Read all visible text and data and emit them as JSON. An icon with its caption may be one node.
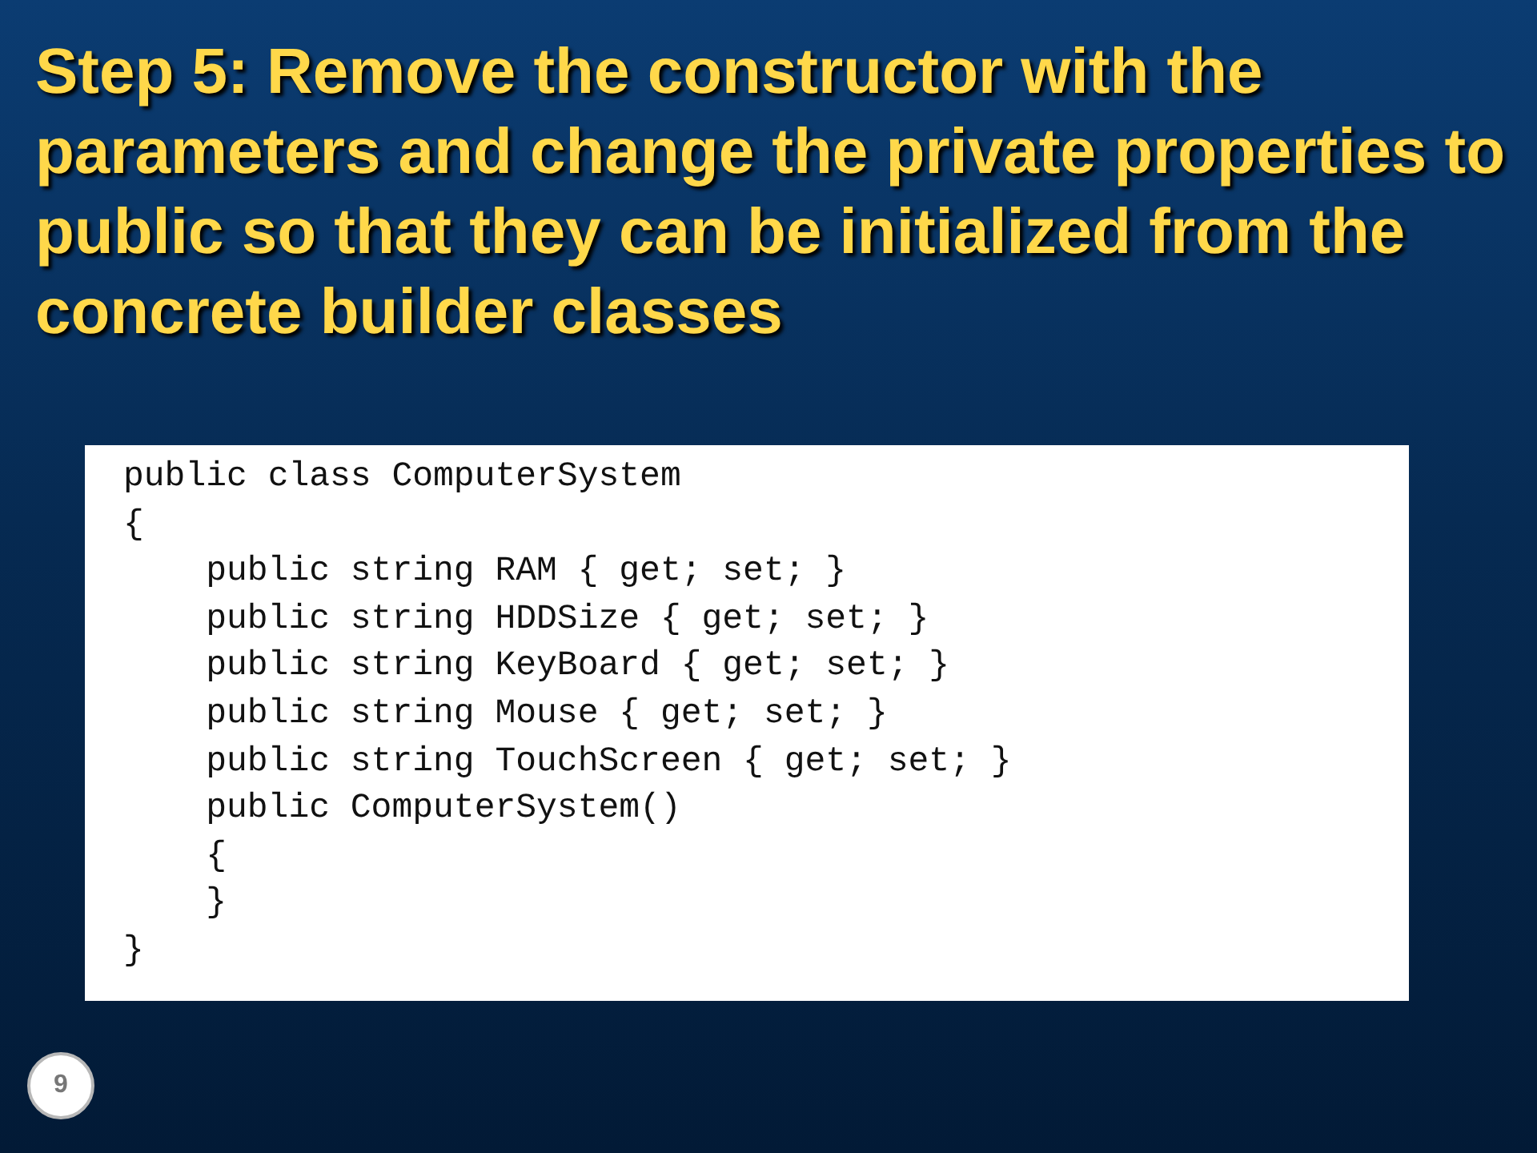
{
  "diagram": {
    "title": "Step 5: Remove the constructor with the parameters and change the private properties to public so that they can be initialized from the concrete builder classes",
    "nodes": [
      {
        "text": [
          "9"
        ]
      }
    ],
    "edges": [],
    "labels": [
      "public class ComputerSystem",
      "{",
      "public string RAM { get; set; }",
      "public string HDDSize { get; set; }",
      "public string KeyBoard { get; set; }",
      "public string Mouse { get; set; }",
      "public string TouchScreen { get; set; }",
      "public ComputerSystem()",
      "{",
      "}",
      "}"
    ]
  }
}
